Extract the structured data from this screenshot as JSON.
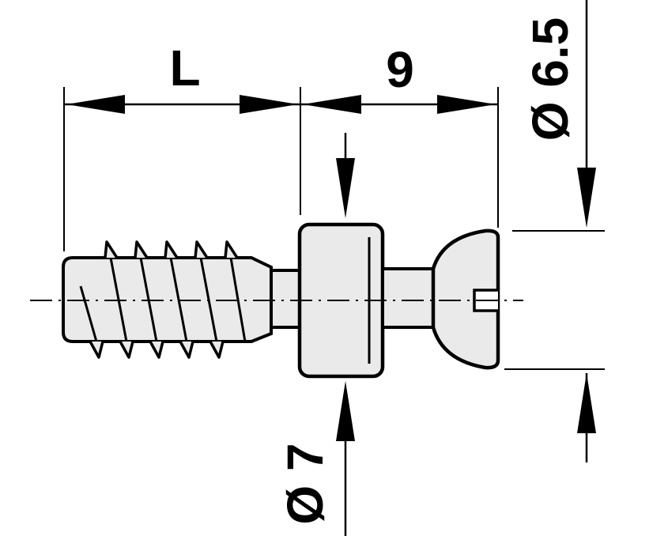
{
  "drawing": {
    "dimensions": {
      "length_label": "L",
      "collar_label": "9",
      "head_diameter_label": "Ø 6.5",
      "collar_diameter_label": "Ø 7"
    },
    "colors": {
      "line": "#000000",
      "fill": "#eaeaea",
      "background": "#ffffff"
    }
  }
}
